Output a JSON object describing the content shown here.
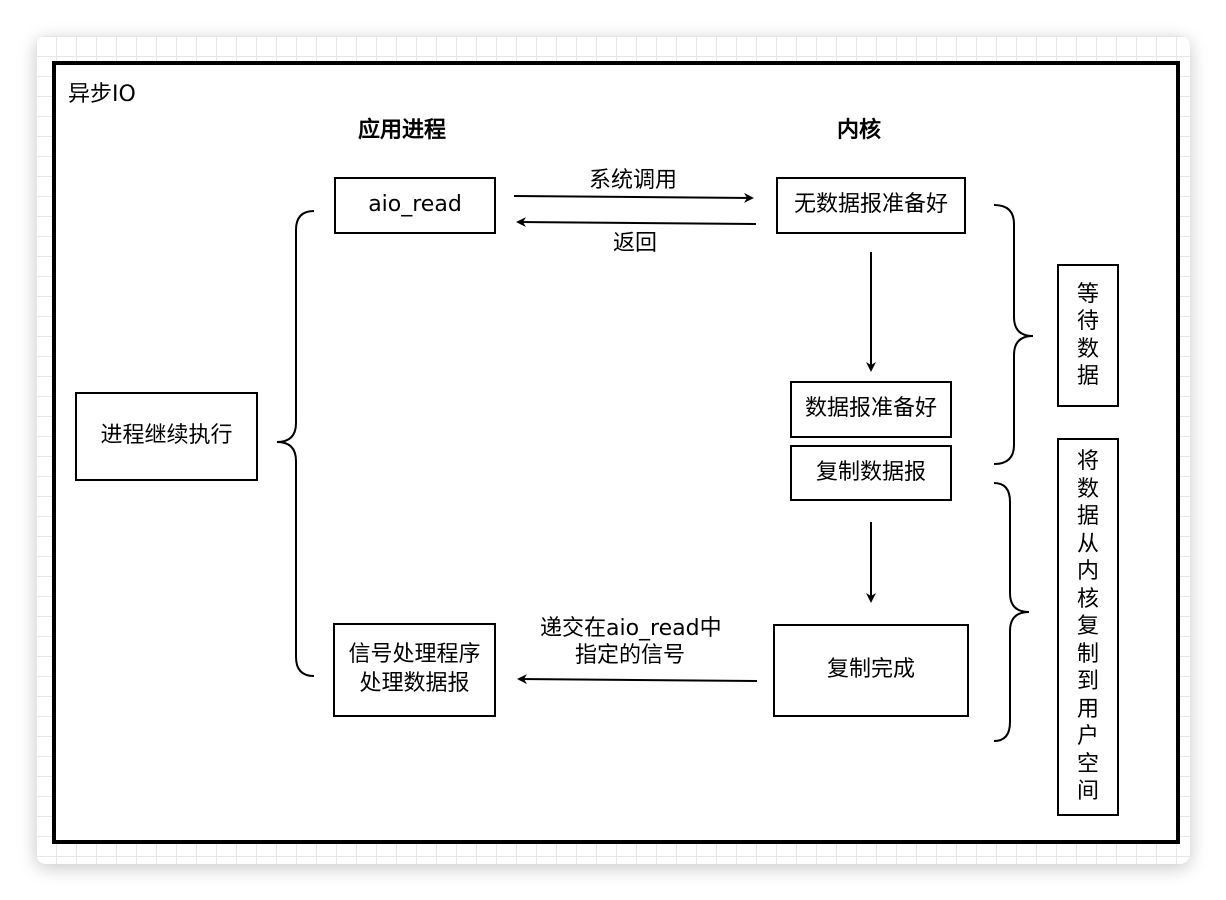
{
  "diagram": {
    "title": "异步IO",
    "headers": {
      "app_process": "应用进程",
      "kernel": "内核"
    },
    "nodes": {
      "aio_read": "aio_read",
      "no_data_ready": "无数据报准备好",
      "data_ready": "数据报准备好",
      "copy_datagram": "复制数据报",
      "copy_done": "复制完成",
      "process_continue": "进程继续执行",
      "signal_handler_line1": "信号处理程序",
      "signal_handler_line2": "处理数据报",
      "wait_data_chars": [
        "等",
        "待",
        "数",
        "据"
      ],
      "copy_to_user_chars": [
        "将",
        "数",
        "据",
        "从",
        "内",
        "核",
        "复",
        "制",
        "到",
        "用",
        "户",
        "空",
        "间"
      ]
    },
    "edges": {
      "syscall": "系统调用",
      "return": "返回",
      "deliver_line1": "递交在aio_read中",
      "deliver_line2": "指定的信号"
    }
  }
}
